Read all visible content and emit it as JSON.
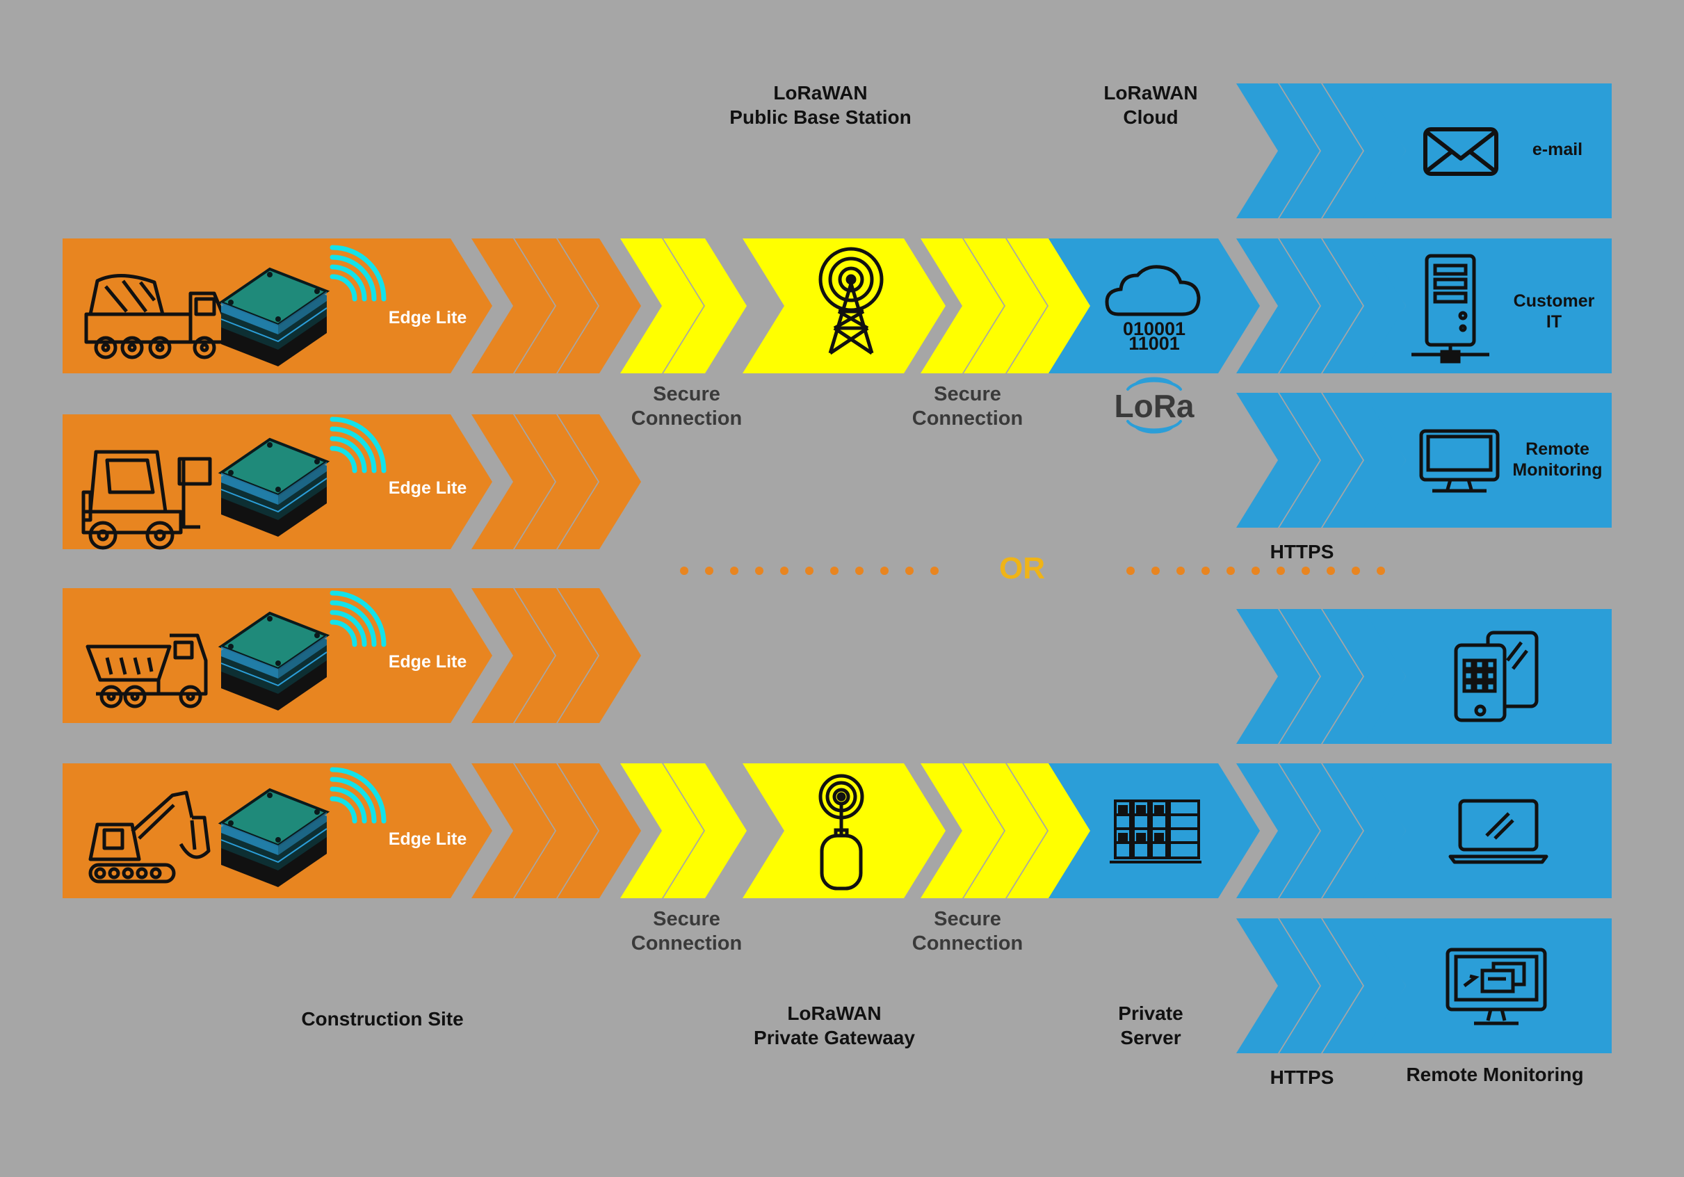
{
  "colors": {
    "background": "#a6a6a6",
    "orange": "#e88520",
    "yellow": "#ffff00",
    "blue": "#2b9ed8",
    "signal": "#13e2ea",
    "device": "#1f8a7a",
    "dots": "#e88520",
    "or_text": "#f0b416"
  },
  "headers": {
    "base_station": "LoRaWAN\nPublic Base Station",
    "cloud": "LoRaWAN\nCloud",
    "site": "Construction Site",
    "gateway": "LoRaWAN\nPrivate Gatewaay",
    "server": "Private\nServer"
  },
  "links": {
    "secure": "Secure\nConnection",
    "https": "HTTPS",
    "or": "OR"
  },
  "device_label": "Edge  Lite",
  "lora_logo": "LoRa",
  "cloud_binary": "010001\n11001",
  "rows": [
    {
      "vehicle": "mixer-truck-icon"
    },
    {
      "vehicle": "forklift-icon"
    },
    {
      "vehicle": "dump-truck-icon"
    },
    {
      "vehicle": "excavator-icon"
    }
  ],
  "destinations": [
    {
      "icon": "envelope-icon",
      "label": "e-mail"
    },
    {
      "icon": "server-tower-icon",
      "label": "Customer\nIT"
    },
    {
      "icon": "monitor-icon",
      "label": "Remote\nMonitoring"
    },
    {
      "icon": "mobile-devices-icon",
      "label": ""
    },
    {
      "icon": "laptop-icon",
      "label": ""
    },
    {
      "icon": "desktop-dashboard-icon",
      "label": ""
    }
  ],
  "destinations_caption": "Remote Monitoring"
}
